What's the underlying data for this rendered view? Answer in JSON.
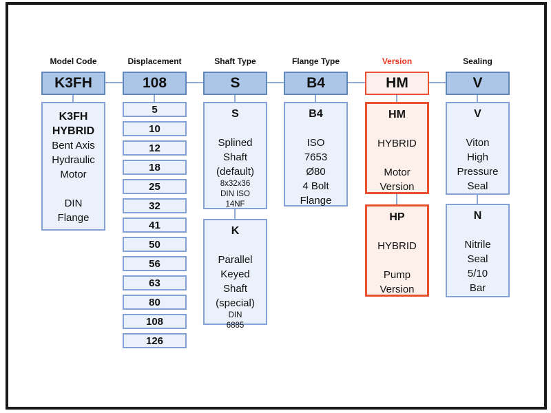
{
  "colors": {
    "frame_border": "#1a1a1a",
    "blue_header_fill": "#abc6e6",
    "blue_header_border": "#5f87bd",
    "light_box_fill": "#eaf1fa",
    "light_box_border": "#83a1d4",
    "red_box_border": "#e8502e",
    "red_box_fill": "#fdefea",
    "red_label_text": "#e63420",
    "connector_line": "#8fa8d4"
  },
  "columns": [
    {
      "label": "Model Code",
      "code": "K3FH",
      "accent": "blue",
      "boxes": [
        {
          "bold": [
            "K3FH",
            "HYBRID"
          ],
          "body": [
            "Bent Axis",
            "Hydraulic",
            "Motor",
            "",
            "DIN",
            "Flange"
          ],
          "small": []
        }
      ]
    },
    {
      "label": "Displacement",
      "code": "108",
      "accent": "blue",
      "values": [
        "5",
        "10",
        "12",
        "18",
        "25",
        "32",
        "41",
        "50",
        "56",
        "63",
        "80",
        "108",
        "126"
      ]
    },
    {
      "label": "Shaft Type",
      "code": "S",
      "accent": "blue",
      "boxes": [
        {
          "bold": [
            "S"
          ],
          "body": [
            "",
            "Splined",
            "Shaft",
            "(default)"
          ],
          "small": [
            "8x32x36",
            "DIN ISO",
            "14NF"
          ]
        },
        {
          "bold": [
            "K"
          ],
          "body": [
            "",
            "Parallel",
            "Keyed",
            "Shaft",
            "(special)"
          ],
          "small": [
            "DIN",
            "6885"
          ]
        }
      ]
    },
    {
      "label": "Flange Type",
      "code": "B4",
      "accent": "blue",
      "boxes": [
        {
          "bold": [
            "B4"
          ],
          "body": [
            "",
            "ISO",
            "7653",
            "Ø80",
            "4 Bolt",
            "Flange"
          ],
          "small": []
        }
      ]
    },
    {
      "label": "Version",
      "code": "HM",
      "accent": "red",
      "boxes": [
        {
          "bold": [
            "HM"
          ],
          "body": [
            "",
            "HYBRID",
            "",
            "Motor",
            "Version"
          ],
          "small": []
        },
        {
          "bold": [
            "HP"
          ],
          "body": [
            "",
            "HYBRID",
            "",
            "Pump",
            "Version"
          ],
          "small": []
        }
      ]
    },
    {
      "label": "Sealing",
      "code": "V",
      "accent": "blue",
      "boxes": [
        {
          "bold": [
            "V"
          ],
          "body": [
            "",
            "Viton",
            "High",
            "Pressure",
            "Seal"
          ],
          "small": []
        },
        {
          "bold": [
            "N"
          ],
          "body": [
            "",
            "Nitrile",
            "Seal",
            "5/10",
            "Bar"
          ],
          "small": []
        }
      ]
    }
  ]
}
